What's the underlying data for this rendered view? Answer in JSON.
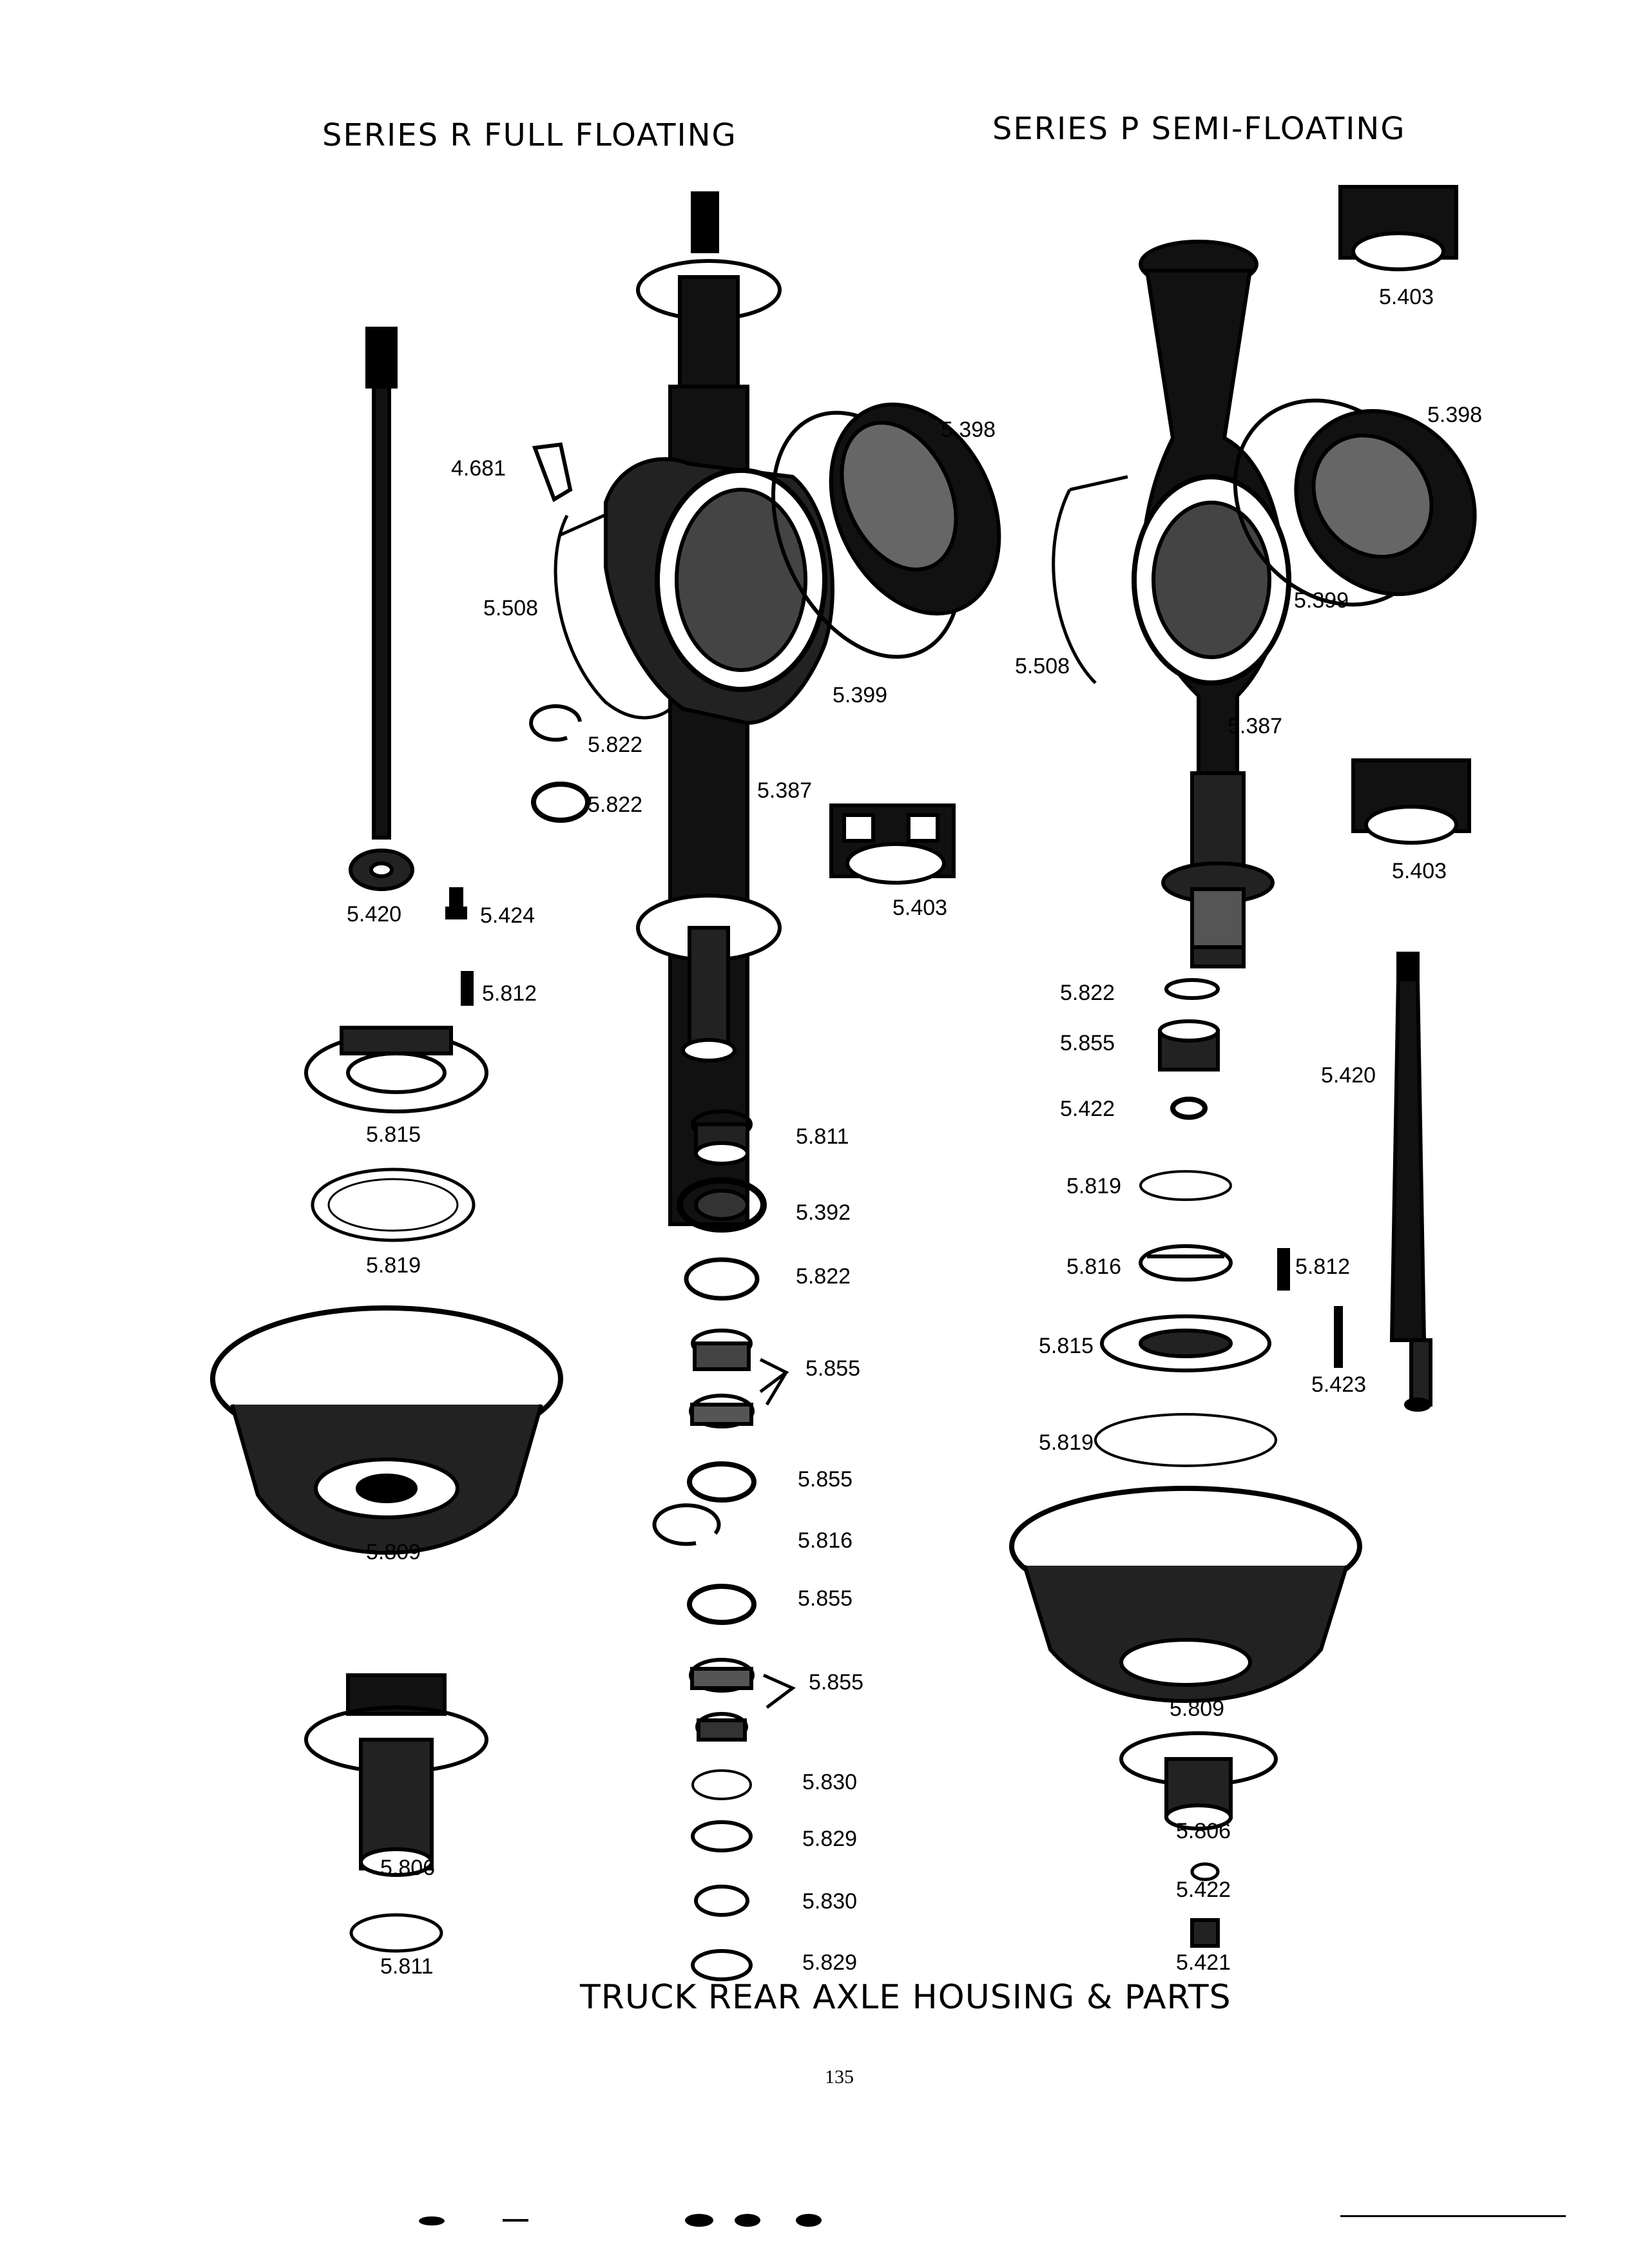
{
  "header": {
    "left": "SERIES R FULL FLOATING",
    "right": "SERIES P SEMI-FLOATING"
  },
  "series_r": {
    "labels": [
      "4.681",
      "5.398",
      "5.508",
      "5.399",
      "5.822",
      "5.822",
      "5.387",
      "5.420",
      "5.424",
      "5.403",
      "5.812",
      "5.815",
      "5.819",
      "5.809",
      "5.806",
      "5.811"
    ]
  },
  "center": {
    "labels": [
      "5.811",
      "5.392",
      "5.822",
      "5.855",
      "5.855",
      "5.816",
      "5.855",
      "5.855",
      "5.830",
      "5.829",
      "5.830",
      "5.829"
    ]
  },
  "series_p": {
    "labels": [
      "5.403",
      "5.398",
      "5.399",
      "5.508",
      "5.387",
      "5.403",
      "5.822",
      "5.855",
      "5.420",
      "5.422",
      "5.819",
      "5.816",
      "5.812",
      "5.815",
      "5.423",
      "5.819",
      "5.809",
      "5.806",
      "5.422",
      "5.421"
    ]
  },
  "footer": {
    "title": "TRUCK REAR AXLE HOUSING & PARTS",
    "page_number": "135"
  },
  "colors": {
    "ink": "#000000",
    "paper": "#ffffff"
  }
}
